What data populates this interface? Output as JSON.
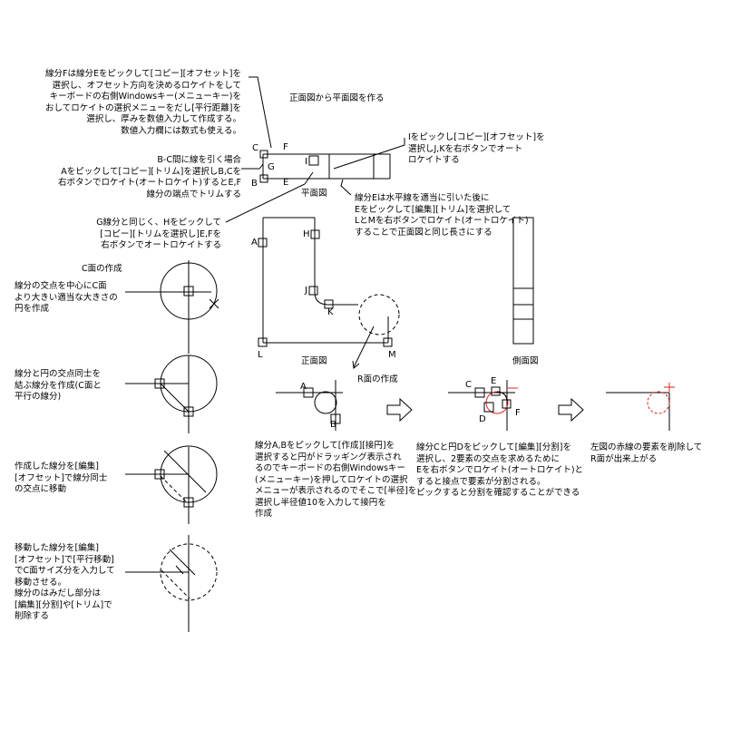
{
  "titles": {
    "top": "正面図から平面図を作る",
    "c_face": "C面の作成",
    "r_face": "R面の作成",
    "plan_view": "平面図",
    "front_view": "正面図",
    "side_view": "側面図"
  },
  "notes": {
    "line_f": "線分Fは線分Eをピックして[コピー][オフセット]を\n選択し、オフセット方向を決めるロケイトをして\nキーボードの右側Windowsキー(メニューキー)を\nおしてロケイトの選択メニューをだし[平行距離]を\n選択し、厚みを数値入力して作成する。\n数値入力欄には数式も使える。",
    "b_c": "B-C間に線を引く場合\nAをピックして[コピー][トリム]を選択しB,Cを\n右ボタンでロケイト(オートロケイト)するとE,F\n線分の端点でトリムする",
    "g_line": "G線分と同じく、Hをピックして\n[コピー][トリムを選択し]E,Fを\n右ボタンでオートロケイトする",
    "i_pick": "Iをピックし[コピー][オフセット]を\n選択しJ,Kを右ボタンでオート\nロケイトする",
    "e_line": "線分Eは水平線を適当に引いた後に\nEをピックして[編集][トリム]を選択して\nLとMを右ボタンでロケイト(オートロケイト)\nすることで正面図と同じ長さにする",
    "c1": "線分の交点を中心にC面\nより大きい適当な大きさの\n円を作成",
    "c2": "線分と円の交点同士を\n結ぶ線分を作成(C面と\n平行の線分)",
    "c3": "作成した線分を[編集]\n[オフセット]で線分同士\nの交点に移動",
    "c4": "移動した線分を[編集]\n[オフセット]で[平行移動]\nでC面サイズ分を入力して\n移動させる。\n線分のはみだし部分は\n[編集][分割]や[トリム]で\n削除する",
    "r1": "線分A,Bをピックして[作成][接円]を\n選択すると円がドラッギング表示され\nるのでキーボードの右側Windowsキー\n(メニューキー)を押してロケイトの選択\nメニューが表示されるのでそこで[半径]を\n選択し半径値10を入力して接円を\n作成",
    "r2": "線分Cと円Dをピックして[編集][分割]を\n選択し、2要素の交点を求めるために\nEを右ボタンでロケイト(オートロケイト)と\nすると接点で要素が分割される。\nピックすると分割を確認することができる",
    "r3": "左図の赤線の要素を削除して\nR面が出来上がる"
  },
  "labels": {
    "C": "C",
    "F": "F",
    "G": "G",
    "B": "B",
    "E": "E",
    "I": "I",
    "A": "A",
    "H": "H",
    "J": "J",
    "K": "K",
    "L": "L",
    "M": "M",
    "rA": "A",
    "rB": "B",
    "r2C": "C",
    "r2E": "E",
    "r2D": "D",
    "r2F": "F"
  },
  "colors": {
    "line": "#000000",
    "accent": "#e02020"
  }
}
